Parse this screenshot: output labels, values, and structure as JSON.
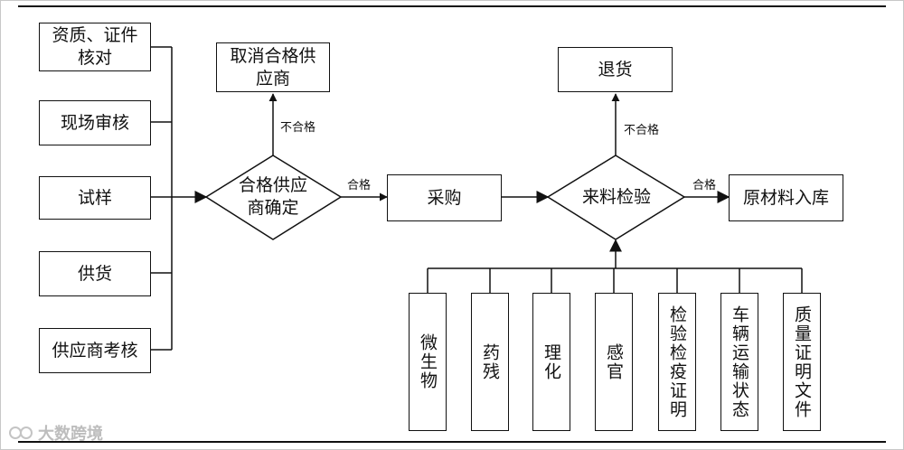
{
  "suppliers": [
    {
      "id": "qualification",
      "label": "资质、证件\n核对"
    },
    {
      "id": "site-audit",
      "label": "现场审核"
    },
    {
      "id": "sample",
      "label": "试样"
    },
    {
      "id": "supply",
      "label": "供货"
    },
    {
      "id": "supplier-assessment",
      "label": "供应商考核"
    }
  ],
  "decision_supplier": {
    "label": "合格供应\n商确定"
  },
  "cancel_supplier": {
    "label": "取消合格供\n应商"
  },
  "purchase": {
    "label": "采购"
  },
  "decision_incoming": {
    "label": "来料检验"
  },
  "return_goods": {
    "label": "退货"
  },
  "warehouse": {
    "label": "原材料入库"
  },
  "edges": {
    "fail_1": "不合格",
    "pass_1": "合格",
    "fail_2": "不合格",
    "pass_2": "合格"
  },
  "inspections": [
    {
      "id": "microbe",
      "label": "微生物"
    },
    {
      "id": "pesticide",
      "label": "药残"
    },
    {
      "id": "physchem",
      "label": "理化"
    },
    {
      "id": "sensory",
      "label": "感官"
    },
    {
      "id": "quarantine",
      "label": "检验检疫证明"
    },
    {
      "id": "vehicle",
      "label": "车辆运输状态"
    },
    {
      "id": "quality-doc",
      "label": "质量证明文件"
    }
  ],
  "watermark": "大数跨境"
}
